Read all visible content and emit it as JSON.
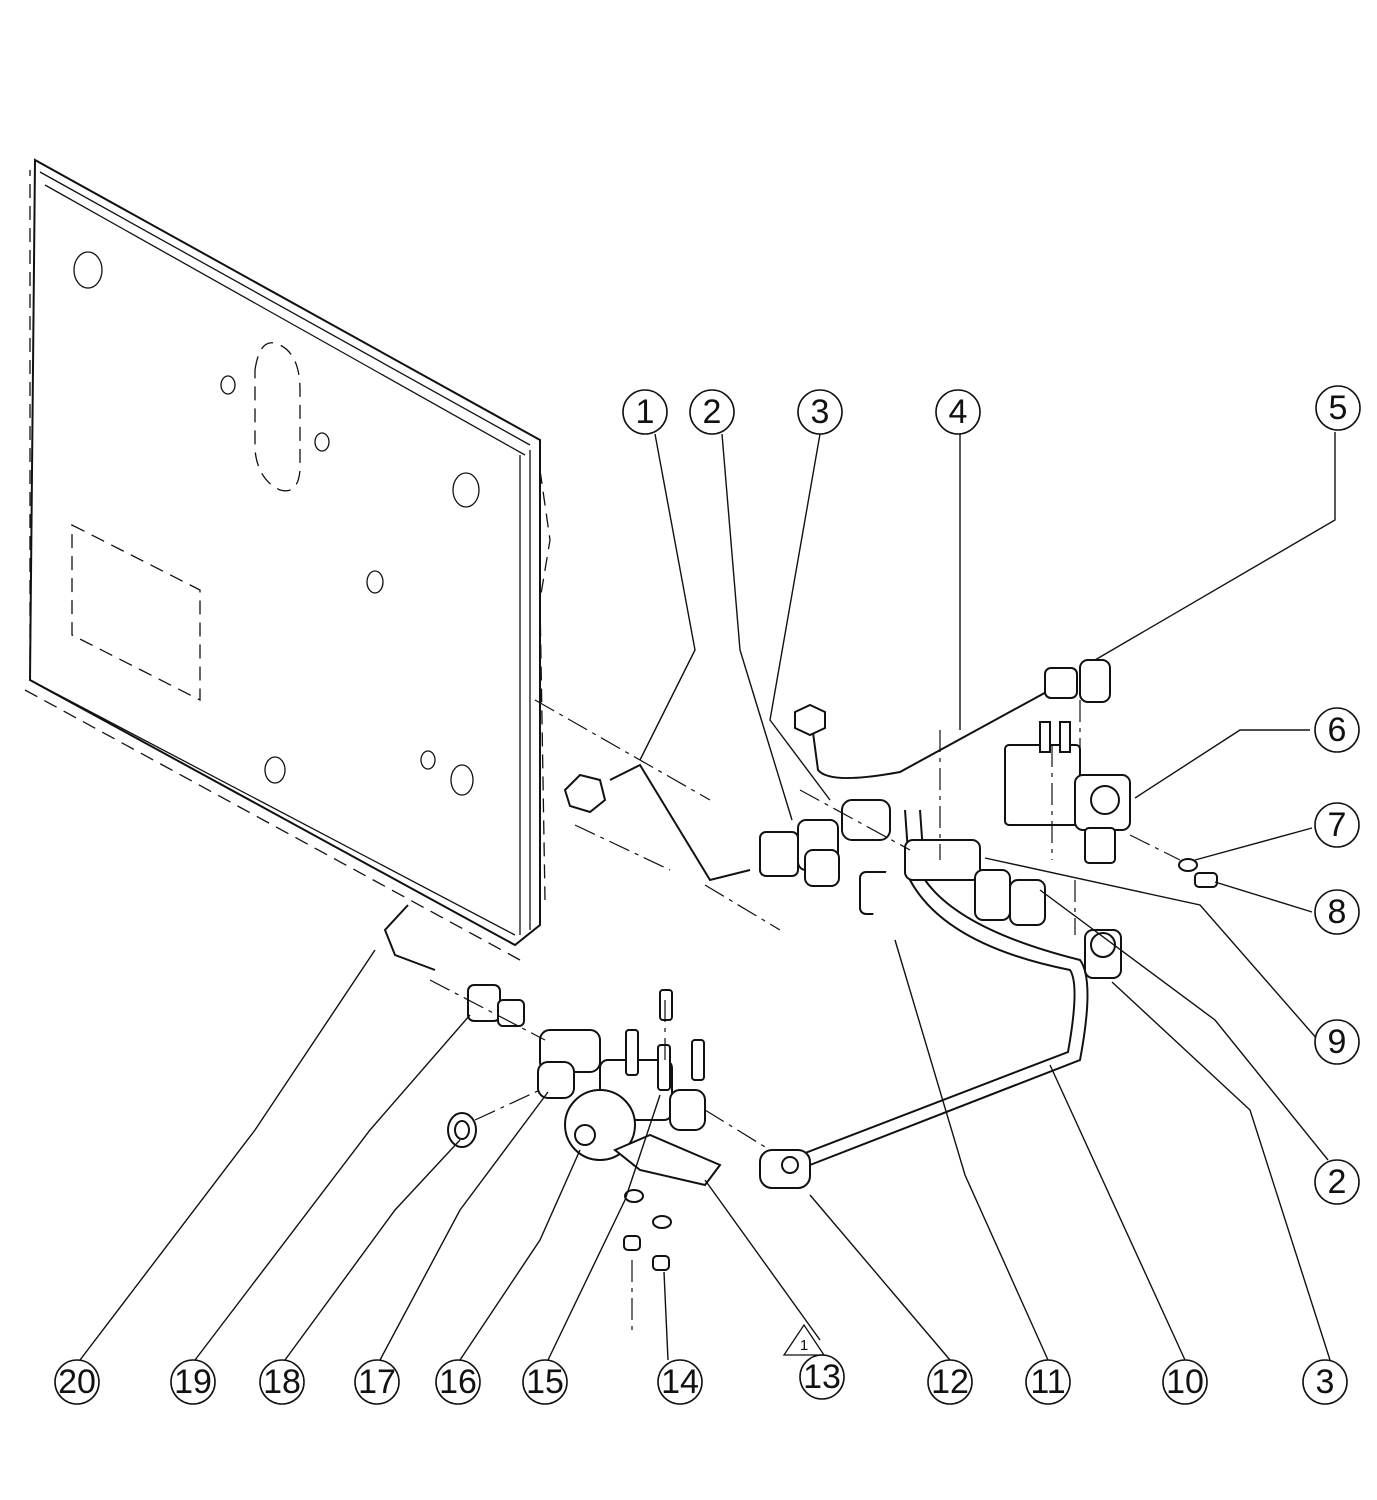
{
  "callouts": [
    "1",
    "2",
    "3",
    "4",
    "5",
    "6",
    "7",
    "8",
    "9",
    "2",
    "3",
    "10",
    "11",
    "12",
    "13",
    "14",
    "15",
    "16",
    "17",
    "18",
    "19",
    "20"
  ],
  "revision_mark": "1"
}
